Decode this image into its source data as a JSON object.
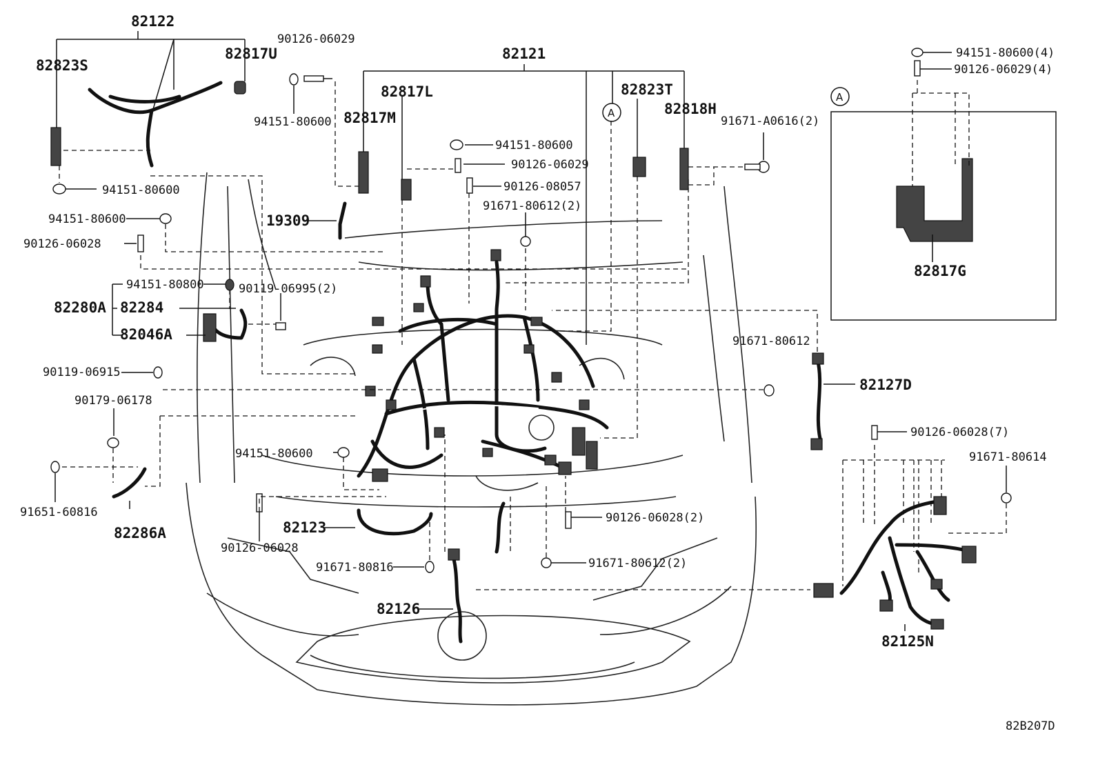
{
  "diagram_code": "82B207D",
  "callout_A": "A",
  "labels": {
    "p82122": "82122",
    "p82817U": "82817U",
    "p82823S": "82823S",
    "p90126_06029_top": "90126-06029",
    "p94151_80600_a": "94151-80600",
    "p94151_80600_b": "94151-80600",
    "p94151_80600_c": "94151-80600",
    "p94151_80600_d": "94151-80600",
    "p94151_80600_e": "94151-80600",
    "p90126_06028_a": "90126-06028",
    "p19309": "19309",
    "p94151_80800": "94151-80800",
    "p90119_06995": "90119-06995(2)",
    "p82280A": "82280A",
    "p82284": "82284",
    "p82046A": "82046A",
    "p90119_06915": "90119-06915",
    "p90179_06178": "90179-06178",
    "p91651_60816": "91651-60816",
    "p82286A": "82286A",
    "p82121": "82121",
    "p82817L": "82817L",
    "p82817M": "82817M",
    "p82823T": "82823T",
    "p82818H": "82818H",
    "p90126_06029_mid": "90126-06029",
    "p90126_08057": "90126-08057",
    "p91671_80612_2a": "91671-80612(2)",
    "p91671_A0616": "91671-A0616(2)",
    "p91671_80612": "91671-80612",
    "p82127D": "82127D",
    "p82123": "82123",
    "p90126_06028_b": "90126-06028",
    "p91671_80816": "91671-80816",
    "p82126": "82126",
    "p90126_06028_2": "90126-06028(2)",
    "p91671_80612_2b": "91671-80612(2)",
    "p90126_06028_7": "90126-06028(7)",
    "p91671_80614": "91671-80614",
    "p82125N": "82125N",
    "p94151_80600_4": "94151-80600(4)",
    "p90126_06029_4": "90126-06029(4)",
    "p82817G": "82817G"
  }
}
